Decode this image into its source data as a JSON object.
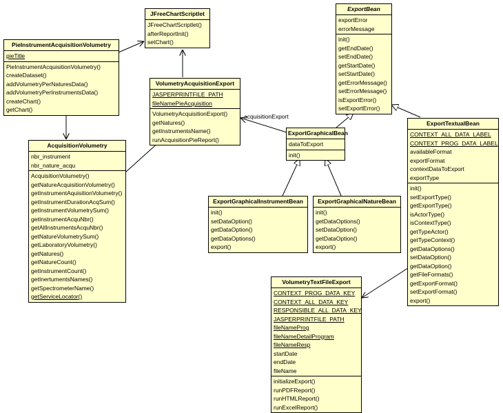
{
  "classes": {
    "jfcs": {
      "name": "JFreeChartScriptlet",
      "attributes": [],
      "methods": [
        "JFreeChartScriptlet()",
        "afterReportInit()",
        "setChart()"
      ]
    },
    "piav": {
      "name": "PieInstrumentAcquisitionVolumetry",
      "attributes": [
        {
          "name": "pieTitle",
          "static": true
        }
      ],
      "methods": [
        "PieInstrumentAcquisitionVolumetry()",
        "createDataset()",
        "addVolumetryPerNaturesData()",
        "addVolumetryPerInstrumentsData()",
        "createChart()",
        "getChart()"
      ]
    },
    "vae": {
      "name": "VolumetryAcquisitionExport",
      "attributes": [
        {
          "name": "JASPERPRINTFILE_PATH",
          "static": true
        },
        {
          "name": "fileNamePieAcquisition",
          "static": true
        }
      ],
      "methods": [
        "VolumetryAcquisitionExport()",
        "getNatures()",
        "getInstrumentsName()",
        "runAcquisitionPieReport()"
      ]
    },
    "eb": {
      "name": "ExportBean",
      "attributes": [
        {
          "name": "exportError",
          "static": false
        },
        {
          "name": "errorMessage",
          "static": false
        }
      ],
      "methods": [
        "init()",
        "getEndDate()",
        "setEndDate()",
        "getStartDate()",
        "setStartDate()",
        "getErrorMessage()",
        "setErrorMessage()",
        "isExportError()",
        "setExportError()"
      ]
    },
    "av": {
      "name": "AcquisitionVolumetry",
      "attributes": [
        {
          "name": "nbr_instrument",
          "static": false
        },
        {
          "name": "nbr_nature_acqu",
          "static": false
        }
      ],
      "methods": [
        "AcquisitionVolumetry()",
        "getNatureAcquisitionVolumetry()",
        "getInstrumentAquisitionVolumetry()",
        "getInstrumentDurationAcqSum()",
        "getInstrumentVolumetrySum()",
        "getInstrumentAcquNbr()",
        "getAllInstrumentsAcquNbr()",
        "getNatureVolumetrySum()",
        "getLaboratoryVolumetry()",
        "getNatures()",
        "getNatureCount()",
        "getInstrumentCount()",
        "getInertumentsNames()",
        "getSpectrometerName()",
        "getServiceLocator()"
      ],
      "static_methods": [
        "getServiceLocator()"
      ]
    },
    "egb": {
      "name": "ExportGraphicalBean",
      "attributes": [
        {
          "name": "dataToExport",
          "static": false
        }
      ],
      "methods": [
        "init()"
      ]
    },
    "etb": {
      "name": "ExportTextualBean",
      "attributes": [
        {
          "name": "CONTEXT_ALL_DATA_LABEL",
          "static": true
        },
        {
          "name": "CONTEXT_PROG_DATA_LABEL",
          "static": true
        },
        {
          "name": "availableFormat",
          "static": false
        },
        {
          "name": "exportFormat",
          "static": false
        },
        {
          "name": "contextDataToExport",
          "static": false
        },
        {
          "name": "exportType",
          "static": false
        }
      ],
      "methods": [
        "init()",
        "setExportType()",
        "getExportType()",
        "isActorType()",
        "isContextType()",
        "getTypeActor()",
        "getTypeContext()",
        "getDataOptions()",
        "setDataOption()",
        "getDataOption()",
        "getFileFormats()",
        "getExportFormat()",
        "setExportFormat()",
        "export()"
      ]
    },
    "egib": {
      "name": "ExportGraphicalInstrumentBean",
      "attributes": [],
      "methods": [
        "init()",
        "setDataOption()",
        "getDataOption()",
        "getDataOptions()",
        "export()"
      ]
    },
    "egnb": {
      "name": "ExportGraphicalNatureBean",
      "attributes": [],
      "methods": [
        "init()",
        "getDataOptions()",
        "setDataOption()",
        "getDataOption()",
        "export()"
      ]
    },
    "vtfe": {
      "name": "VolumetryTextFileExport",
      "attributes": [
        {
          "name": "CONTEXT_PROG_DATA_KEY",
          "static": true
        },
        {
          "name": "CONTEXT_ALL_DATA_KEY",
          "static": true
        },
        {
          "name": "RESPONSIBLE_ALL_DATA_KEY",
          "static": true
        },
        {
          "name": "JASPERPRINTFILE_PATH",
          "static": true
        },
        {
          "name": "fileNameProg",
          "static": true
        },
        {
          "name": "fileNameDetailProgram",
          "static": true
        },
        {
          "name": "fileNameResp",
          "static": true
        },
        {
          "name": "startDate",
          "static": false
        },
        {
          "name": "endDate",
          "static": false
        },
        {
          "name": "fileName",
          "static": false
        }
      ],
      "methods": [
        "initializeExport()",
        "runPDFReport()",
        "runHTMLReport()",
        "runExcelReport()"
      ]
    }
  },
  "associations": {
    "acquisition_export_label": "acquisitionExport"
  }
}
